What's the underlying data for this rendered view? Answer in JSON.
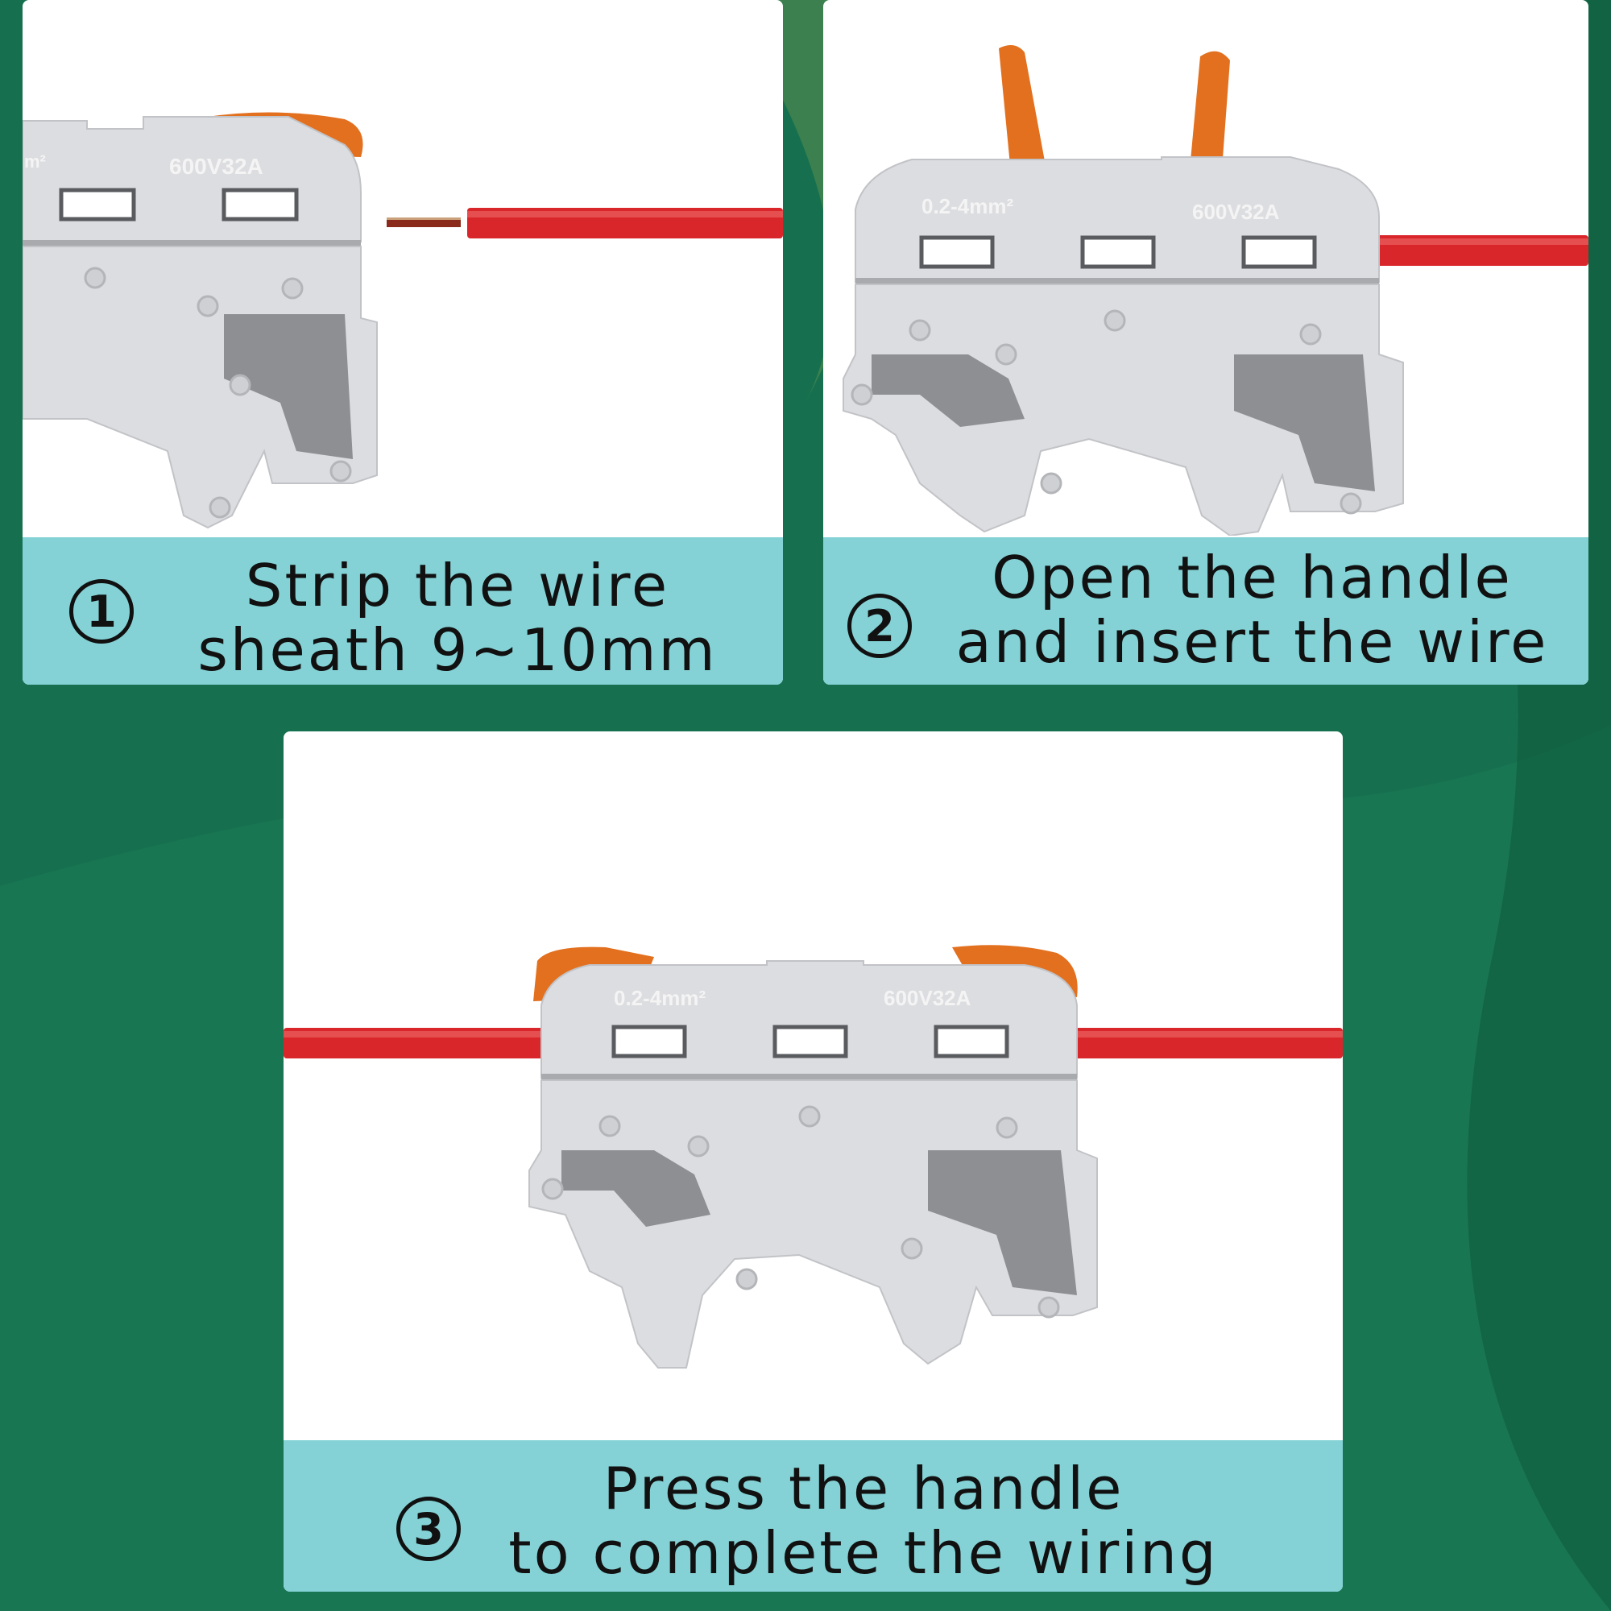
{
  "colors": {
    "background": "#16704f",
    "caption_bar": "#84d2d6",
    "housing": "#dcdde0",
    "lever": "#e2701f",
    "wire": "#d8262a"
  },
  "steps": [
    {
      "number": "1",
      "line1": "Strip the wire",
      "line2": "sheath 9~10mm",
      "product_labels": {
        "rating": "600V32A",
        "gauge": "m²"
      }
    },
    {
      "number": "2",
      "line1": "Open the handle",
      "line2": "and insert the wire",
      "product_labels": {
        "rating": "600V32A",
        "gauge": "0.2-4mm²"
      }
    },
    {
      "number": "3",
      "line1": "Press the handle",
      "line2": "to complete the wiring",
      "product_labels": {
        "rating": "600V32A",
        "gauge": "0.2-4mm²"
      }
    }
  ]
}
